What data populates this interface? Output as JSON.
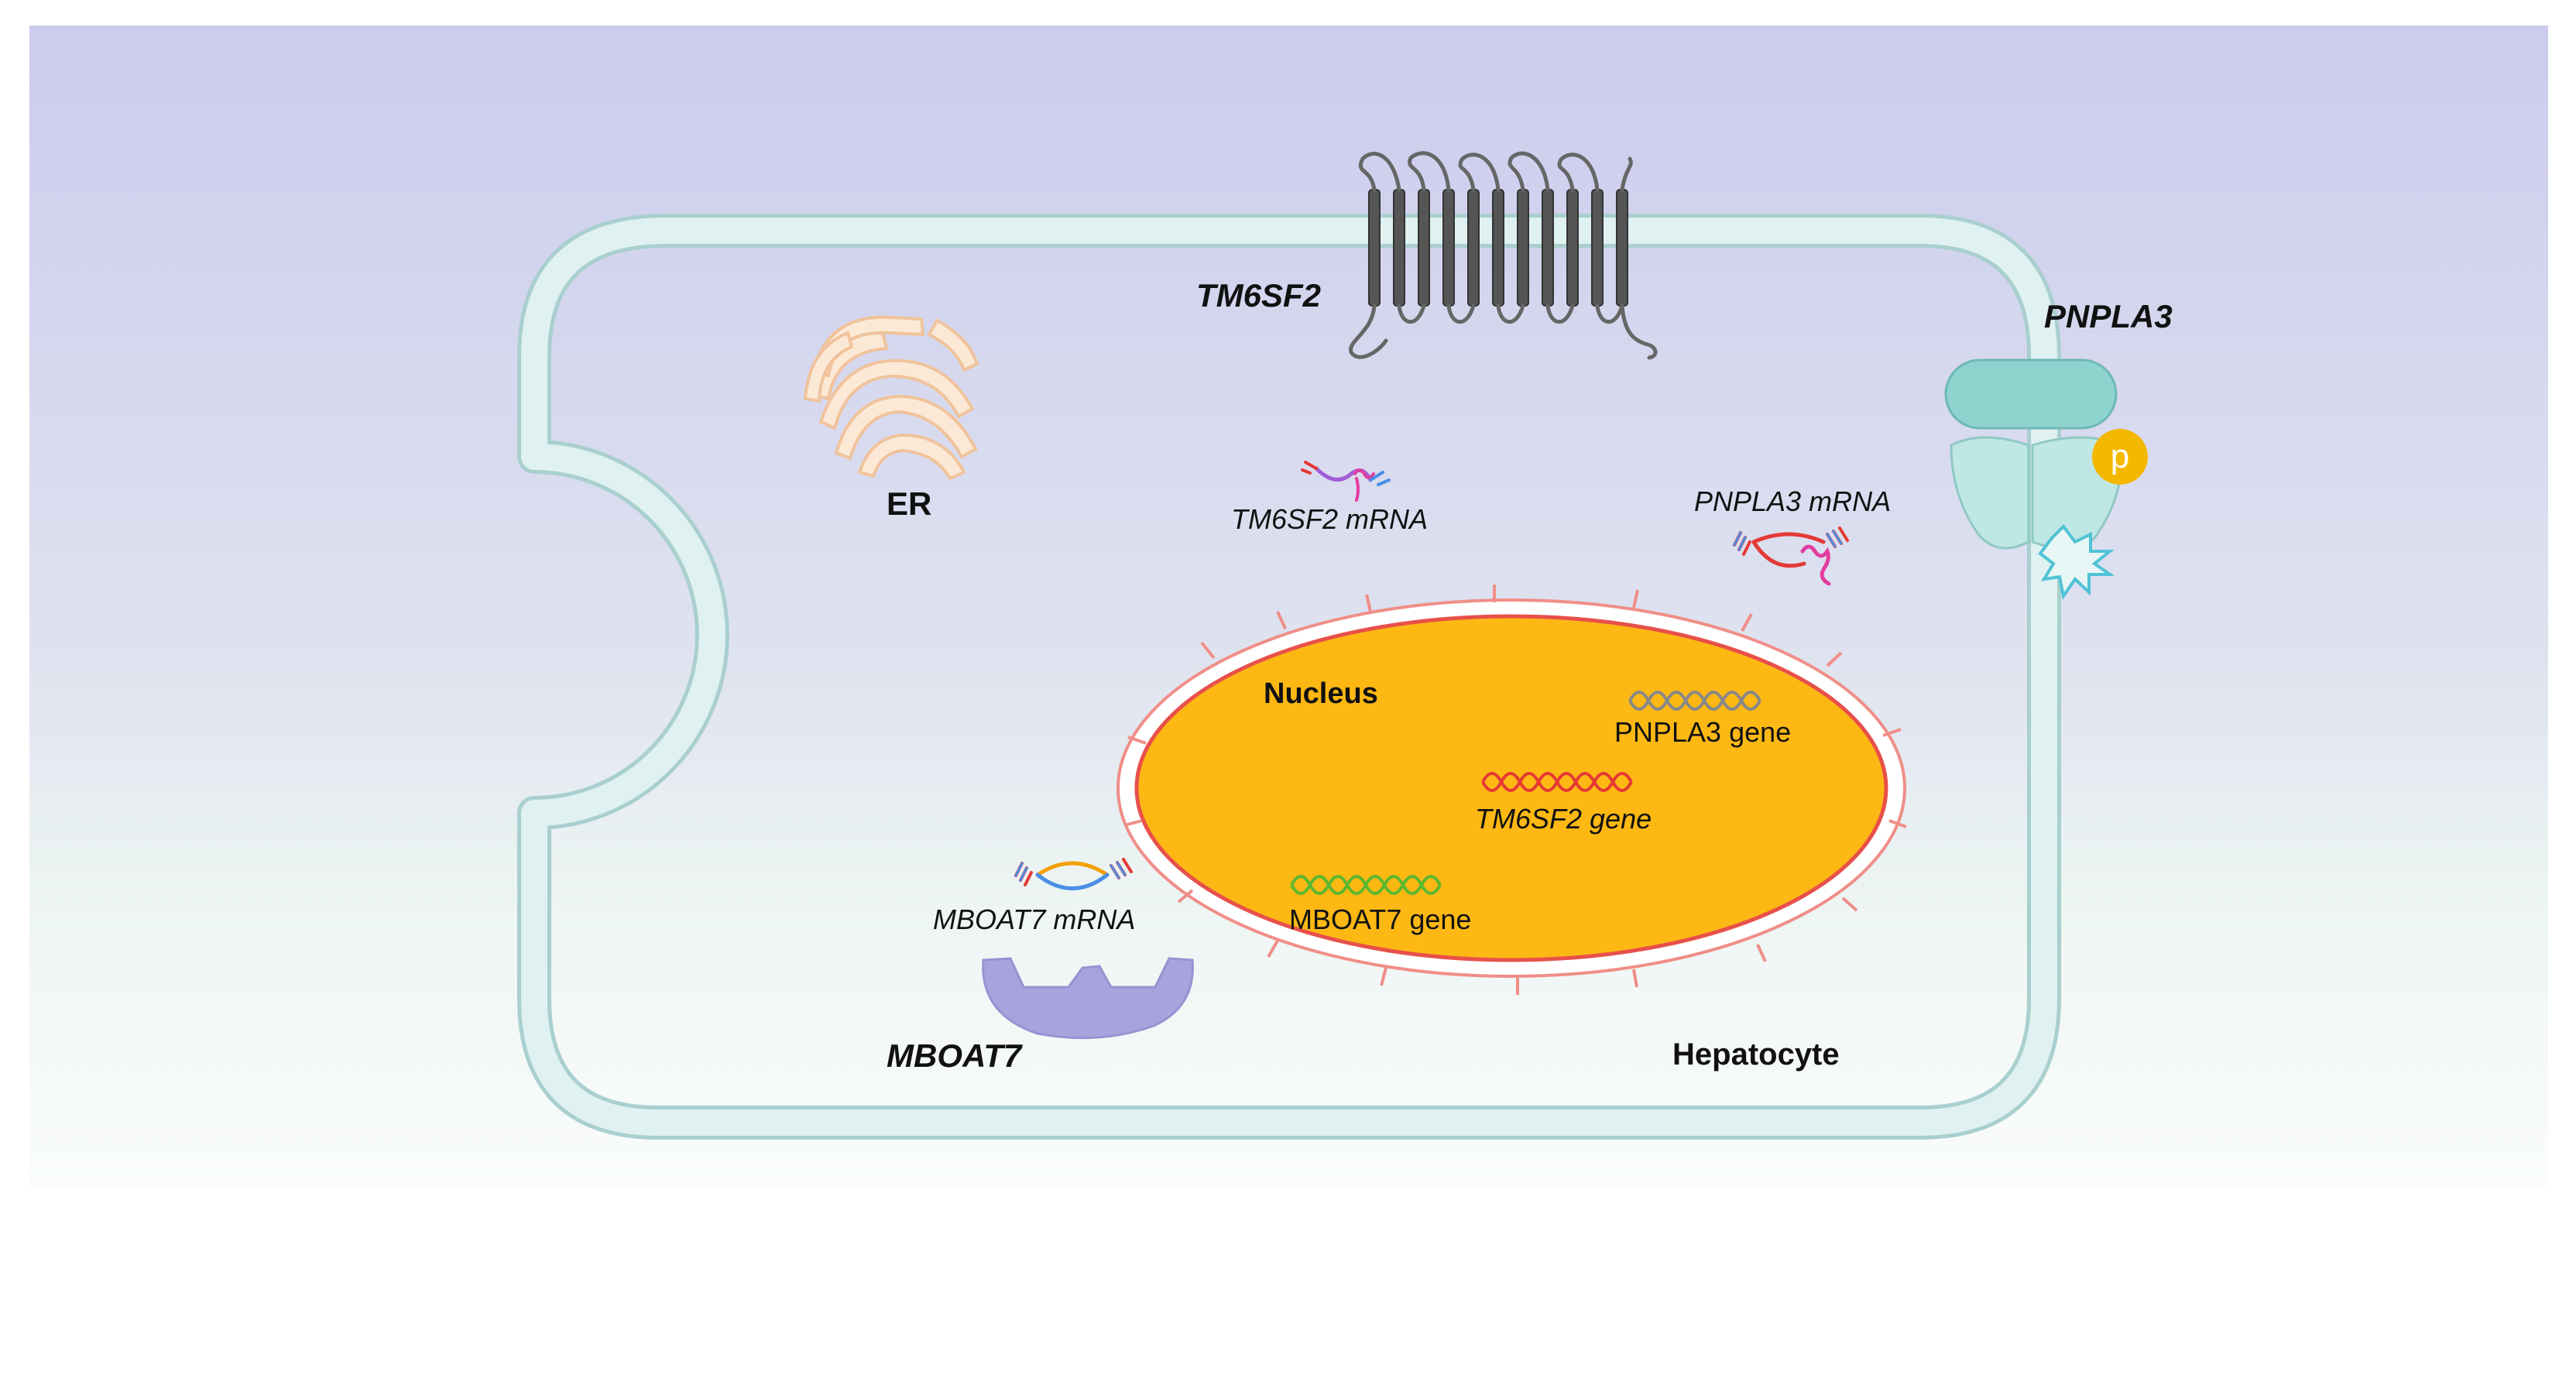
{
  "labels": {
    "tm6sf2_protein": "TM6SF2",
    "pnpla3_protein": "PNPLA3",
    "er": "ER",
    "tm6sf2_mrna": "TM6SF2 mRNA",
    "pnpla3_mrna": "PNPLA3 mRNA",
    "nucleus": "Nucleus",
    "pnpla3_gene": "PNPLA3 gene",
    "tm6sf2_gene": "TM6SF2 gene",
    "mboat7_gene": "MBOAT7 gene",
    "mboat7_mrna": "MBOAT7 mRNA",
    "mboat7_protein": "MBOAT7",
    "hepatocyte": "Hepatocyte",
    "phospho": "p"
  },
  "colors": {
    "background_top": "#cccdee",
    "background_bottom": "#f8fbfb",
    "membrane": "#d6eceb",
    "membrane_stroke": "#9ec6c6",
    "nucleus": "#fdb813",
    "nuclear_envelope": "#e8504a",
    "tm6sf2_protein": "#555555",
    "pnpla3_protein": "#8fd3cf",
    "phospho": "#f5b800",
    "er": "#f4c9a2",
    "mboat7_protein": "#a9a3dd",
    "pnpla3_gene": "#888888",
    "tm6sf2_gene": "#e53935",
    "mboat7_gene": "#5cb82f"
  }
}
